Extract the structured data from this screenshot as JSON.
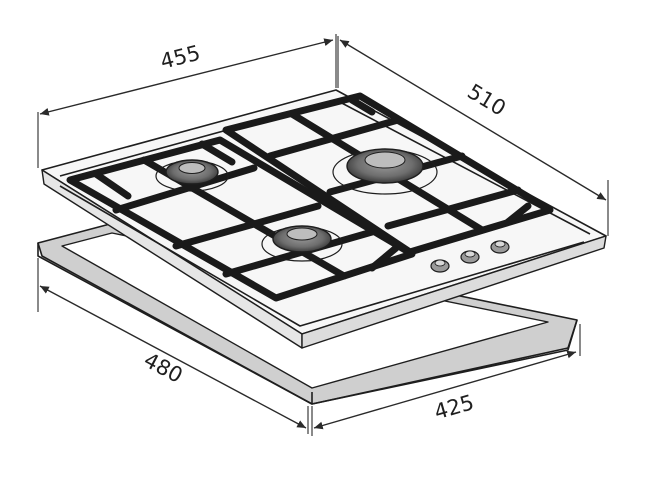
{
  "dimensions": {
    "top_width": "455",
    "top_depth": "510",
    "cutout_width": "480",
    "cutout_depth": "425"
  },
  "colors": {
    "line": "#1e1e1e",
    "surface": "#f7f7f7",
    "frame_fill": "#cfcfcf",
    "burner_outer": "#7a7a7a",
    "burner_cap": "#bdbdbd"
  }
}
